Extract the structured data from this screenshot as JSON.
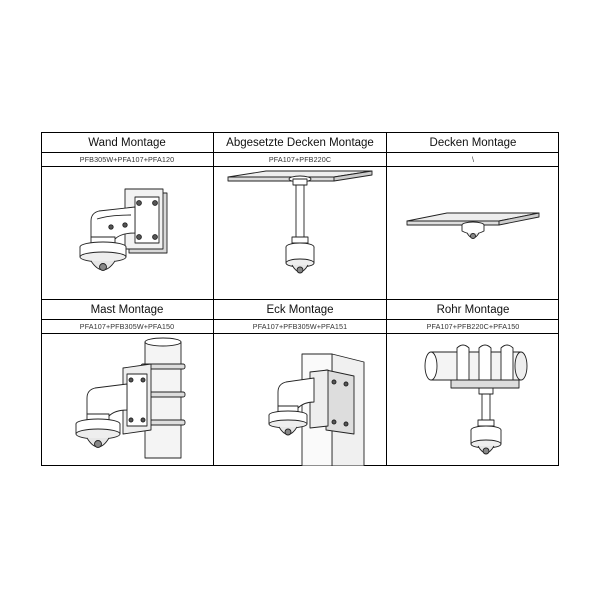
{
  "mounts": [
    {
      "title": "Wand Montage",
      "parts": "PFB305W+PFA107+PFA120"
    },
    {
      "title": "Abgesetzte Decken Montage",
      "parts": "PFA107+PFB220C"
    },
    {
      "title": "Decken Montage",
      "parts": "\\"
    },
    {
      "title": "Mast Montage",
      "parts": "PFA107+PFB305W+PFA150"
    },
    {
      "title": "Eck Montage",
      "parts": "PFA107+PFB305W+PFA151"
    },
    {
      "title": "Rohr Montage",
      "parts": "PFA107+PFB220C+PFA150"
    }
  ]
}
